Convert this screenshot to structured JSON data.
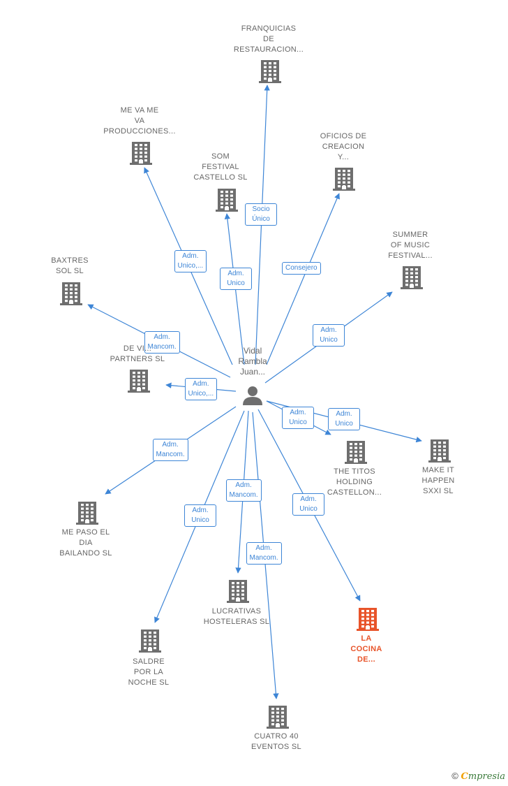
{
  "person": {
    "label": "Vidal\nRambla\nJuan...",
    "icon": "person-icon"
  },
  "colors": {
    "edge": "#3d85d6",
    "building": "#6e6e6e",
    "highlight": "#e8542a"
  },
  "companies": [
    {
      "id": "franquicias",
      "label": "FRANQUICIAS\nDE\nRESTAURACION...",
      "icon": "building-icon"
    },
    {
      "id": "mevame",
      "label": "ME VA ME\nVA\nPRODUCCIONES...",
      "icon": "building-icon"
    },
    {
      "id": "som",
      "label": "SOM\nFESTIVAL\nCASTELLO  SL",
      "icon": "building-icon"
    },
    {
      "id": "oficios",
      "label": "OFICIOS DE\nCREACION\nY...",
      "icon": "building-icon"
    },
    {
      "id": "summer",
      "label": "SUMMER\nOF MUSIC\nFESTIVAL...",
      "icon": "building-icon"
    },
    {
      "id": "baxtres",
      "label": "BAXTRES\nSOL SL",
      "icon": "building-icon"
    },
    {
      "id": "devi",
      "label": "DE VI...\nPARTNERS  SL",
      "icon": "building-icon"
    },
    {
      "id": "titos",
      "label": "THE TITOS\nHOLDING\nCASTELLON...",
      "icon": "building-icon"
    },
    {
      "id": "makeit",
      "label": "MAKE IT\nHAPPEN\nSXXI  SL",
      "icon": "building-icon"
    },
    {
      "id": "mepaso",
      "label": "ME PASO EL\nDIA\nBAILANDO  SL",
      "icon": "building-icon"
    },
    {
      "id": "lucrativas",
      "label": "LUCRATIVAS\nHOSTELERAS SL",
      "icon": "building-icon"
    },
    {
      "id": "cocina",
      "label": "LA\nCOCINA\nDE...",
      "icon": "building-icon",
      "highlight": true
    },
    {
      "id": "saldre",
      "label": "SALDRE\nPOR LA\nNOCHE  SL",
      "icon": "building-icon"
    },
    {
      "id": "cuatro",
      "label": "CUATRO 40\nEVENTOS SL",
      "icon": "building-icon"
    }
  ],
  "relations": [
    {
      "to": "franquicias",
      "label": "Socio\nÚnico"
    },
    {
      "to": "mevame",
      "label": "Adm.\nUnico,..."
    },
    {
      "to": "som",
      "label": "Adm.\nUnico"
    },
    {
      "to": "oficios",
      "label": "Consejero"
    },
    {
      "to": "summer",
      "label": "Adm.\nUnico"
    },
    {
      "to": "baxtres",
      "label": "Adm.\nMancom."
    },
    {
      "to": "devi",
      "label": "Adm.\nUnico,..."
    },
    {
      "to": "titos",
      "label": "Adm.\nUnico"
    },
    {
      "to": "makeit",
      "label": "Adm.\nUnico"
    },
    {
      "to": "mepaso",
      "label": "Adm.\nMancom."
    },
    {
      "to": "lucrativas",
      "label": "Adm.\nMancom."
    },
    {
      "to": "cocina",
      "label": "Adm.\nUnico"
    },
    {
      "to": "saldre",
      "label": "Adm.\nUnico"
    },
    {
      "to": "cuatro",
      "label": "Adm.\nMancom."
    }
  ],
  "footer": {
    "copyright": "©",
    "brand_first": "C",
    "brand_rest": "mpresia"
  }
}
